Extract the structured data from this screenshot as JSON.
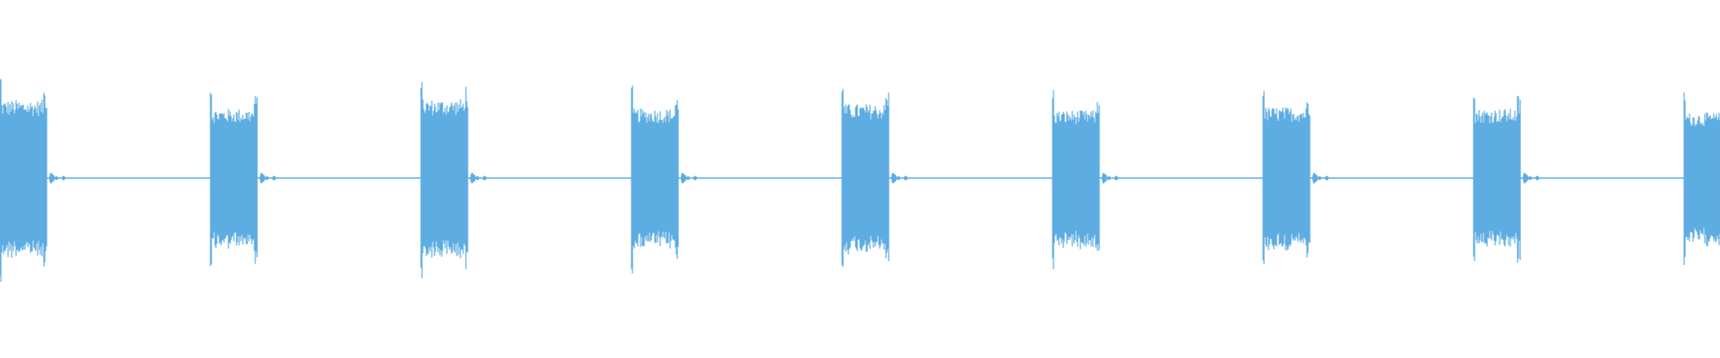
{
  "waveform": {
    "color": "#5dade2",
    "background": "#ffffff",
    "burst_count": 9,
    "burst_peak_amplitudes": [
      0.99,
      0.88,
      1.0,
      0.88,
      0.94,
      0.86,
      0.9,
      0.88,
      0.83
    ]
  }
}
